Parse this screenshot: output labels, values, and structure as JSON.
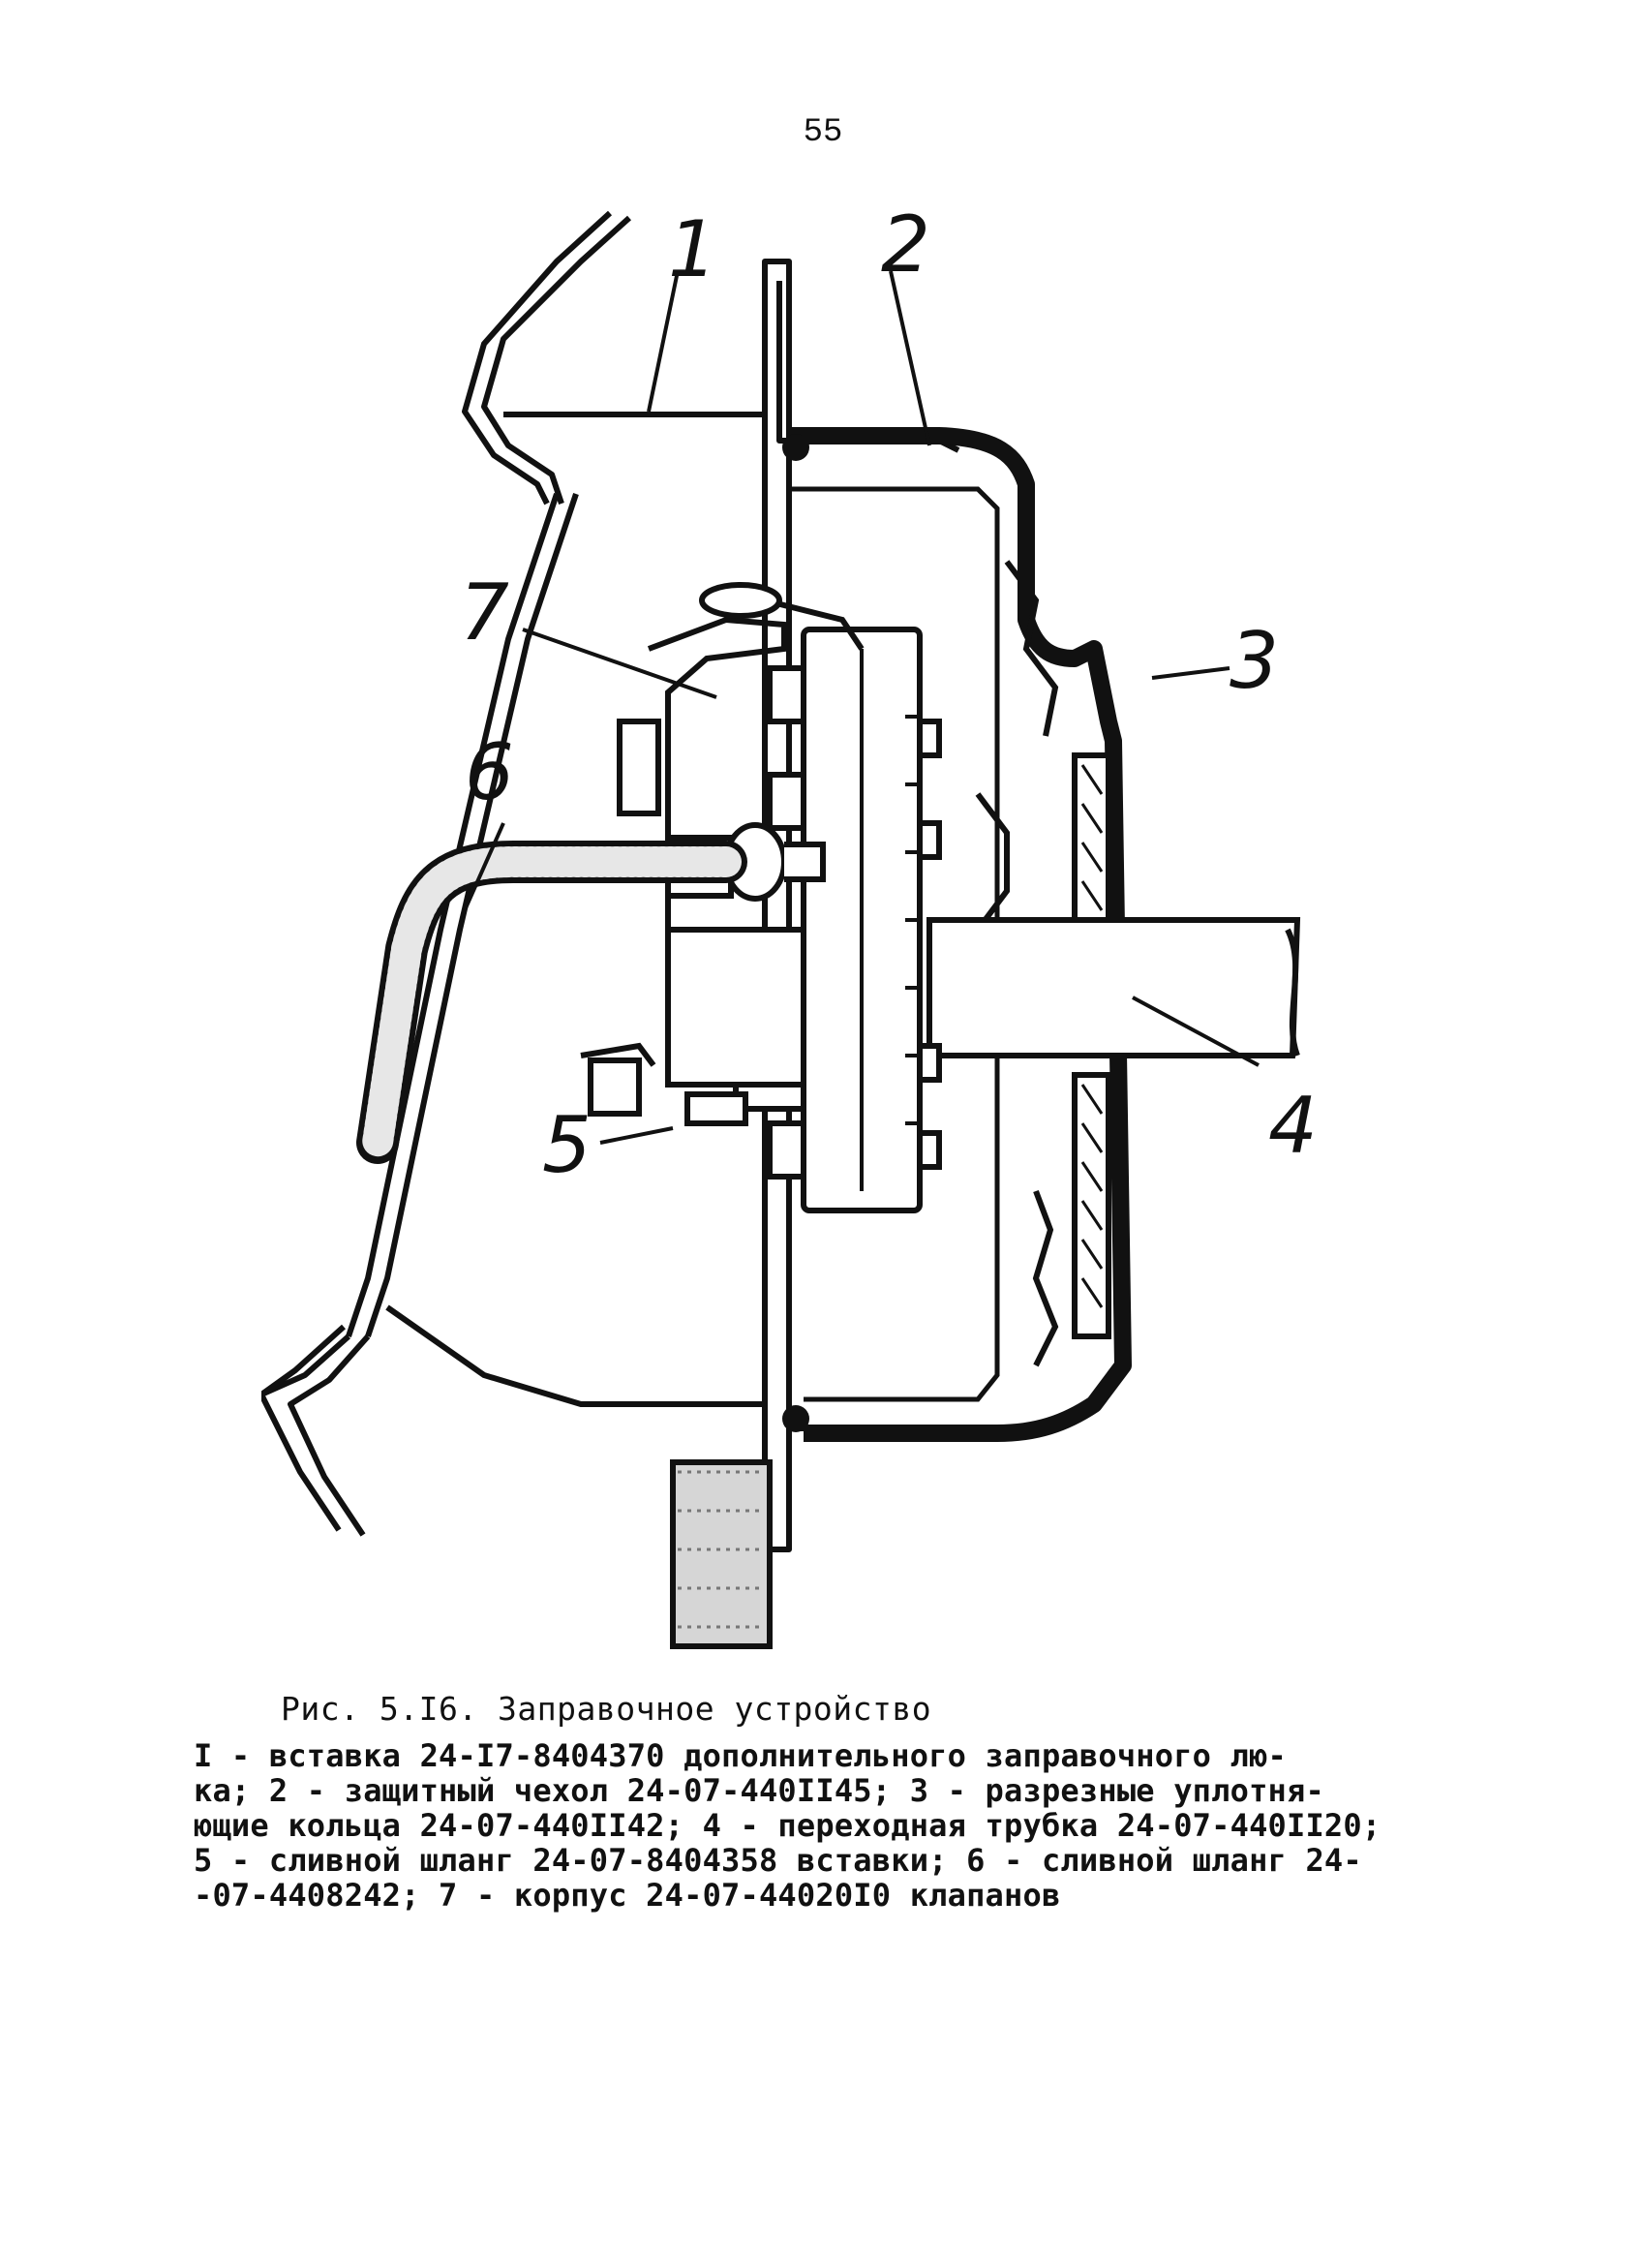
{
  "page_number": "55",
  "figure": {
    "callouts": [
      "1",
      "2",
      "3",
      "4",
      "5",
      "6",
      "7"
    ]
  },
  "caption": {
    "title": "Рис. 5.I6.  Заправочное устройство",
    "lines": [
      "I - вставка 24-I7-8404370 дополнительного заправочного лю-",
      "ка; 2 - защитный чехол 24-07-440II45; 3 - разрезные уплотня-",
      "ющие кольца 24-07-440II42; 4 - переходная трубка 24-07-440II20;",
      "5 - сливной шланг 24-07-8404358 вставки; 6 - сливной шланг 24-",
      "-07-4408242; 7 - корпус 24-07-44020I0 клапанов"
    ]
  }
}
